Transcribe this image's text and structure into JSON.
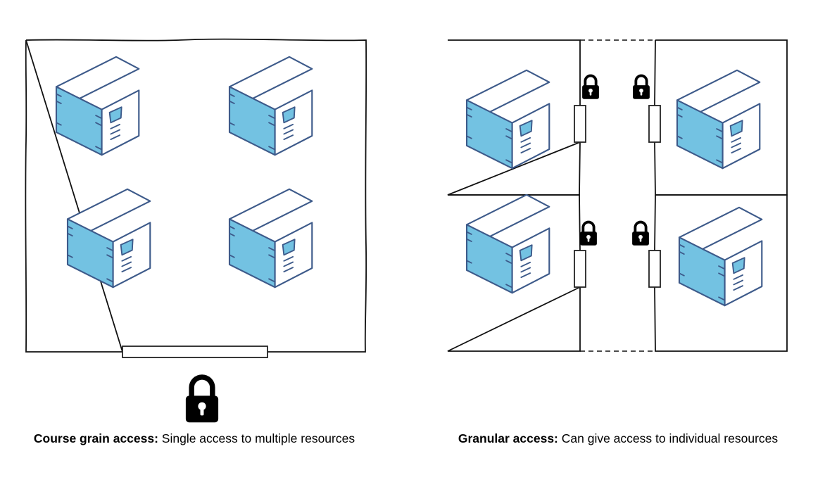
{
  "colors": {
    "server_side": "#73c2e2",
    "server_stroke": "#3d5a8a",
    "border": "#111111",
    "lock": "#000000"
  },
  "left_panel": {
    "name": "coarse-grain",
    "servers": 4,
    "doors": 1,
    "locks": 1,
    "caption": {
      "bold": "Course grain access:",
      "text": " Single access to multiple resources"
    }
  },
  "right_panel": {
    "name": "granular",
    "servers": 4,
    "doors": 4,
    "locks": 4,
    "caption": {
      "bold": "Granular access:",
      "text": " Can give access to individual resources"
    }
  },
  "icons": {
    "server": "server-icon",
    "lock": "padlock-icon",
    "door": "door-icon"
  }
}
